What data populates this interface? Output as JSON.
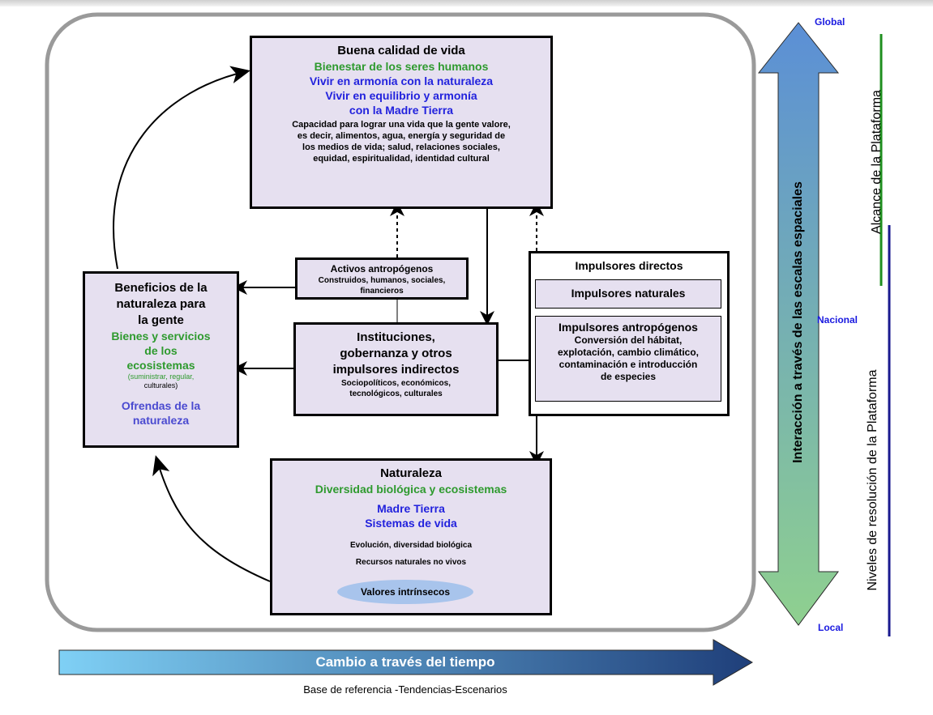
{
  "quality_of_life": {
    "title": "Buena calidad de vida",
    "line1": "Bienestar de los seres humanos",
    "line2": "Vivir en armonía con la naturaleza",
    "line3a": "Vivir en equilibrio y armonía",
    "line3b": "con la Madre Tierra",
    "desc": [
      "Capacidad para lograr una vida que la gente valore,",
      "es decir, alimentos, agua, energía y seguridad de",
      "los medios de vida; salud, relaciones sociales,",
      "equidad, espiritualidad, identidad cultural"
    ]
  },
  "anthropogenic_assets": {
    "title": "Activos antropógenos",
    "desc": [
      "Construidos, humanos, sociales,",
      "financieros"
    ]
  },
  "benefits": {
    "title": [
      "Beneficios de la",
      "naturaleza para",
      "la gente"
    ],
    "green": [
      "Bienes y servicios",
      "de los",
      "ecosistemas"
    ],
    "tiny": [
      "(suministrar, regular,",
      "culturales)"
    ],
    "gifts": [
      "Ofrendas de la",
      "naturaleza"
    ]
  },
  "institutions": {
    "title": [
      "Instituciones,",
      "gobernanza y otros",
      "impulsores indirectos"
    ],
    "desc": [
      "Sociopolíticos, económicos,",
      "tecnológicos, culturales"
    ]
  },
  "direct_drivers": {
    "title": "Impulsores directos",
    "natural": "Impulsores naturales",
    "anthro_title": "Impulsores antropógenos",
    "anthro_desc": [
      "Conversión del hábitat,",
      "explotación, cambio climático,",
      "contaminación e introducción",
      "de especies"
    ]
  },
  "nature": {
    "title": "Naturaleza",
    "green": "Diversidad biológica y ecosistemas",
    "blue1": "Madre Tierra",
    "blue2": "Sistemas de vida",
    "desc1": "Evolución, diversidad biológica",
    "desc2": "Recursos naturales no vivos",
    "ellipse": "Valores intrínsecos"
  },
  "time_arrow": {
    "label": "Cambio a través del tiempo",
    "caption": "Base de referencia  -Tendencias-Escenarios"
  },
  "spatial": {
    "arrow_label": "Interacción a través de las escalas espaciales",
    "global": "Global",
    "national": "Nacional",
    "local": "Local",
    "scope": "Alcance de la Plataforma",
    "resolution": "Niveles de resolución de la Plataforma"
  },
  "colors": {
    "box_fill": "#e6e0f0",
    "green_text": "#2e9a2e",
    "blue_text": "#2222dd",
    "time_arrow_start": "#7fd0f5",
    "time_arrow_end": "#1f3f7a",
    "spatial_arrow_top": "#5b8fd6",
    "spatial_arrow_bottom": "#8fd08f"
  }
}
